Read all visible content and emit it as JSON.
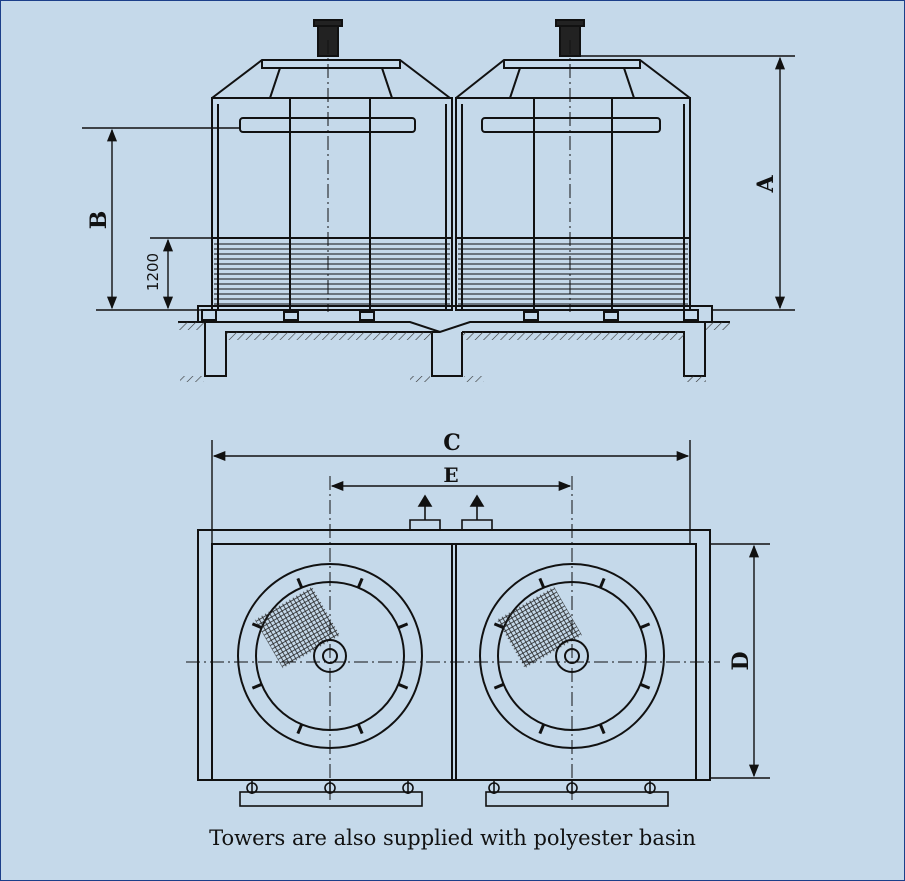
{
  "figure": {
    "dimension_labels": {
      "a": "A",
      "b": "B",
      "c": "C",
      "d": "D",
      "e": "E",
      "height_1200": "1200"
    },
    "caption": "Towers are also supplied with polyester basin",
    "colors": {
      "background": "#c5d9ea",
      "frame": "#1c3f8a",
      "ink": "#111111"
    }
  }
}
